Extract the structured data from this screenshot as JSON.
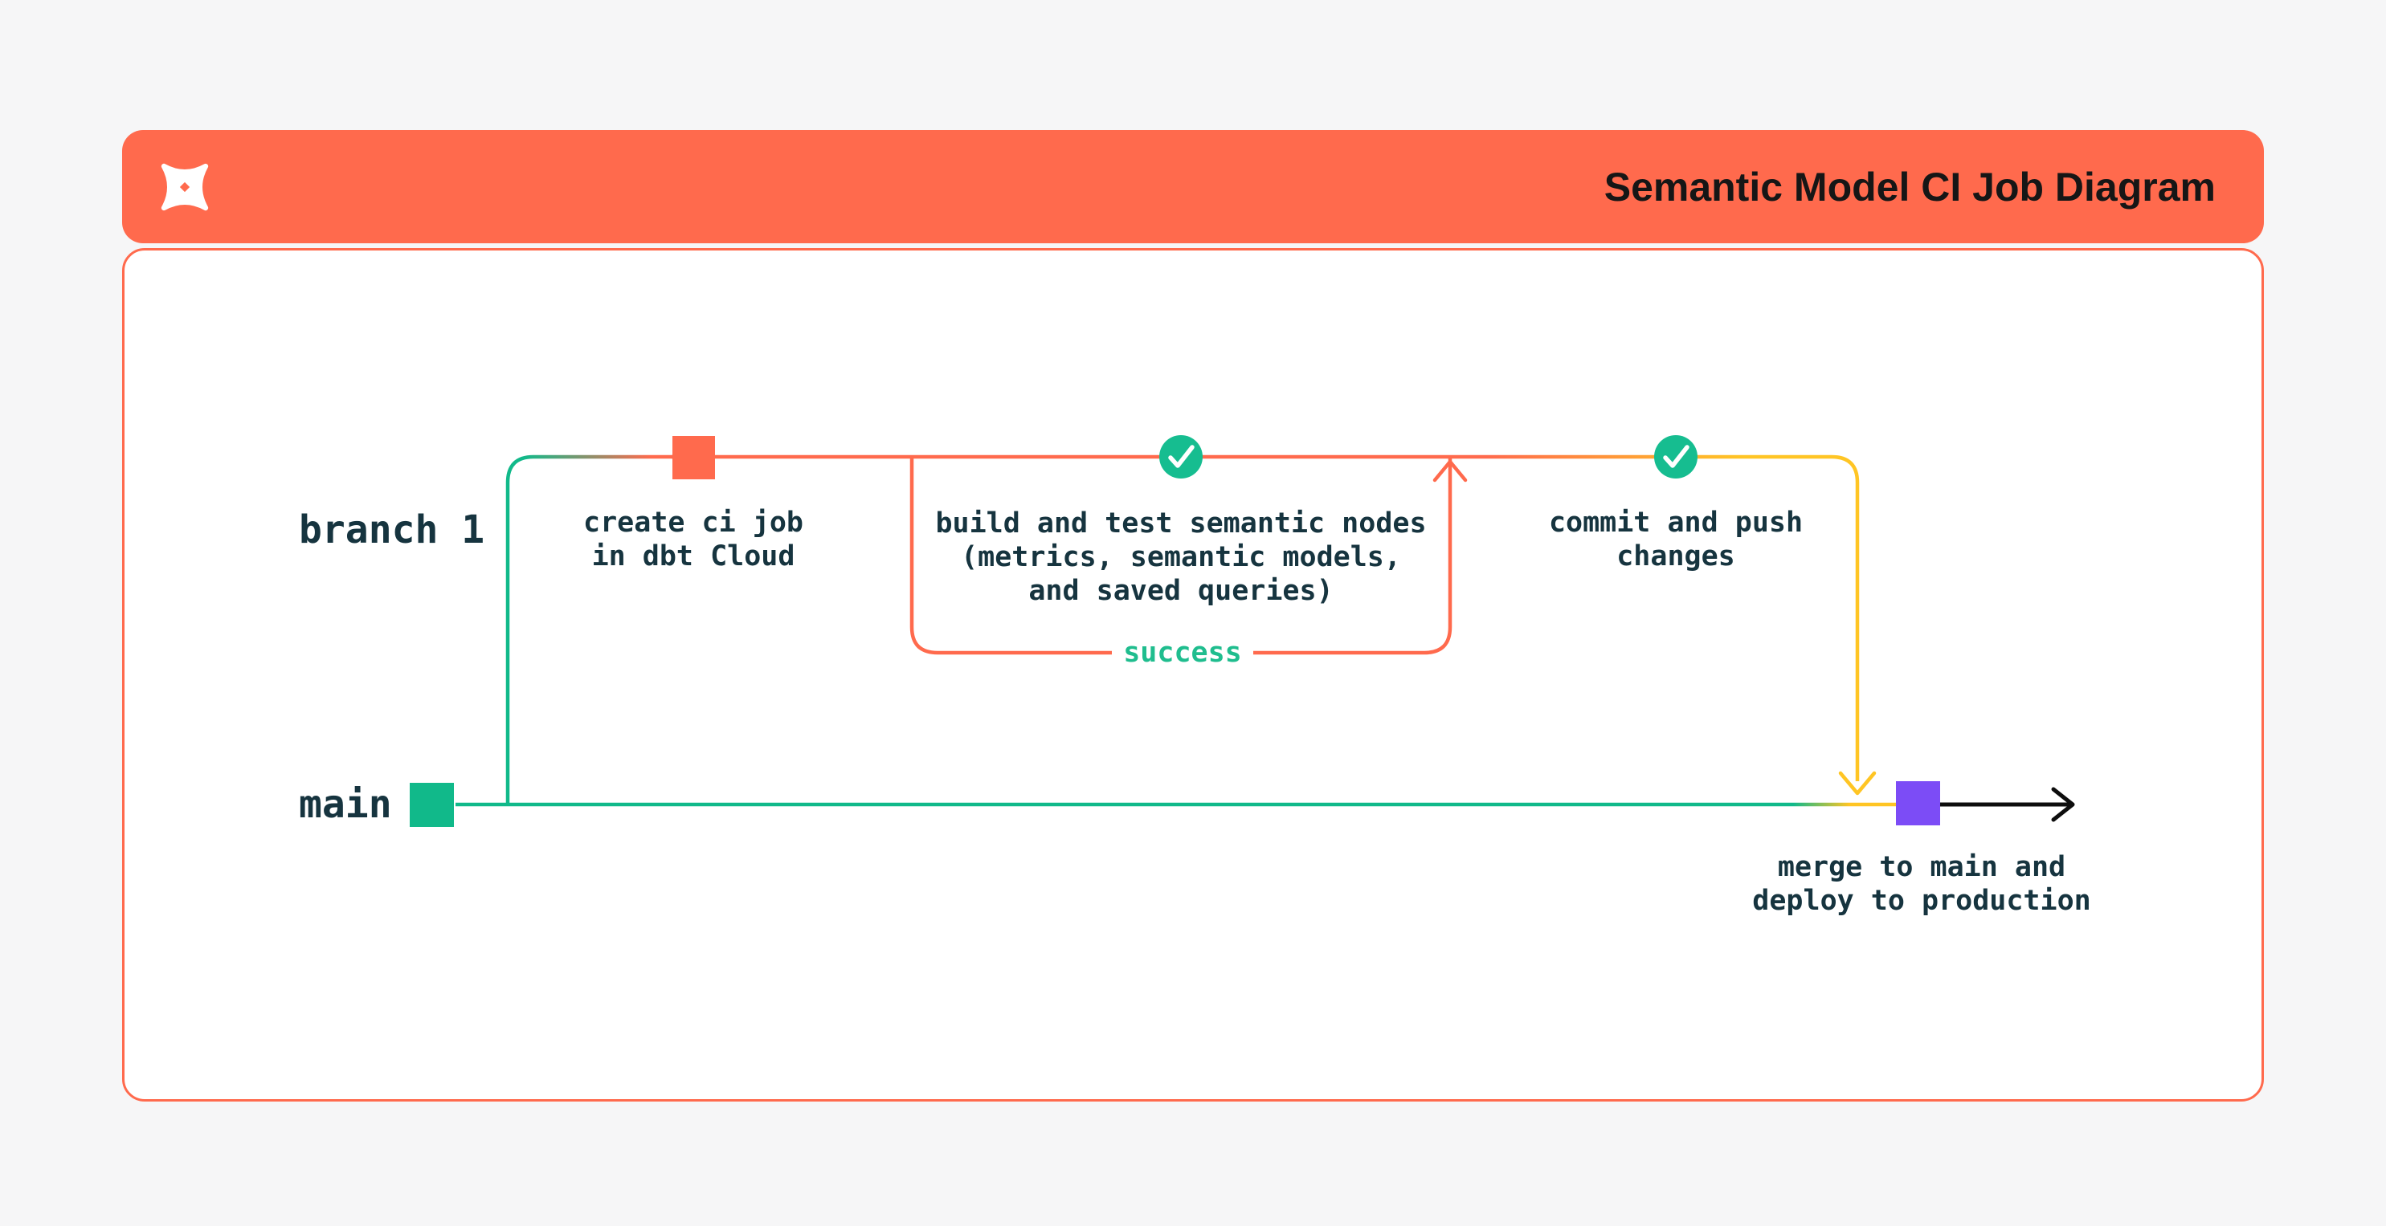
{
  "page": {
    "background_color": "#F6F6F7",
    "card_background_color": "#FFFFFF"
  },
  "header": {
    "title": "Semantic Model CI Job Diagram",
    "background_color": "#FF6A4D",
    "logo": "dbt-logo"
  },
  "diagram": {
    "branch1_label": "branch 1",
    "main_label": "main",
    "loop_label": "success",
    "steps": {
      "create_ci": {
        "label": "create ci job\nin dbt Cloud",
        "marker": "orange-square"
      },
      "build_test": {
        "label": "build and test semantic nodes\n(metrics, semantic models,\nand saved queries)",
        "status_icon": "check-icon"
      },
      "commit_push": {
        "label": "commit and push\nchanges",
        "status_icon": "check-icon"
      },
      "merge_deploy": {
        "label": "merge to main and\ndeploy to production",
        "marker": "purple-square"
      }
    },
    "colors": {
      "branch_green": "#11B98A",
      "check_green": "#16BD90",
      "success_green": "#1FBD8E",
      "orange": "#FF6A4D",
      "yellow": "#FFC524",
      "purple": "#7C4CF6",
      "label_dark": "#16343F",
      "arrow_black": "#0D0D0D"
    }
  }
}
